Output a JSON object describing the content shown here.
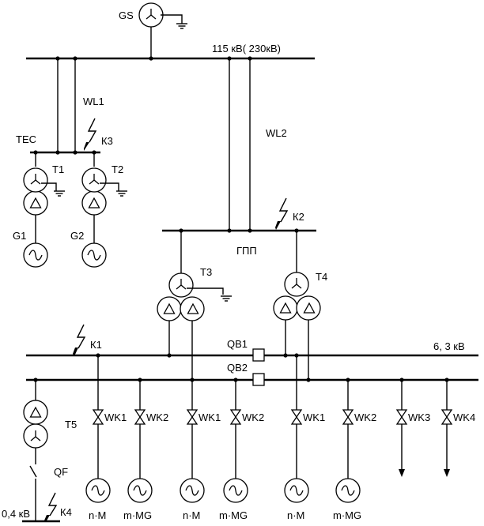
{
  "labels": {
    "gs": "GS",
    "bus115": "115 кВ( 230кВ)",
    "wl1": "WL1",
    "wl2": "WL2",
    "tec": "ТЕС",
    "k3": "К3",
    "t1": "Т1",
    "t2": "Т2",
    "g1": "G1",
    "g2": "G2",
    "k2": "К2",
    "gpp": "ГПП",
    "t3": "Т3",
    "t4": "Т4",
    "k1": "К1",
    "qb1": "QB1",
    "qb2": "QB2",
    "bus63": "6, 3 кВ",
    "t5": "Т5",
    "qf": "QF",
    "bus04": "0,4 кВ",
    "k4": "К4"
  },
  "feeders": [
    {
      "reactor": "WK1",
      "load": "n·M"
    },
    {
      "reactor": "WK2",
      "load": "m·MG"
    },
    {
      "reactor": "WK1",
      "load": "n·M"
    },
    {
      "reactor": "WK2",
      "load": "m·MG"
    },
    {
      "reactor": "WK1",
      "load": "n·M"
    },
    {
      "reactor": "WK2",
      "load": "m·MG"
    },
    {
      "reactor": "WK3",
      "load": ""
    },
    {
      "reactor": "WK4",
      "load": ""
    }
  ]
}
